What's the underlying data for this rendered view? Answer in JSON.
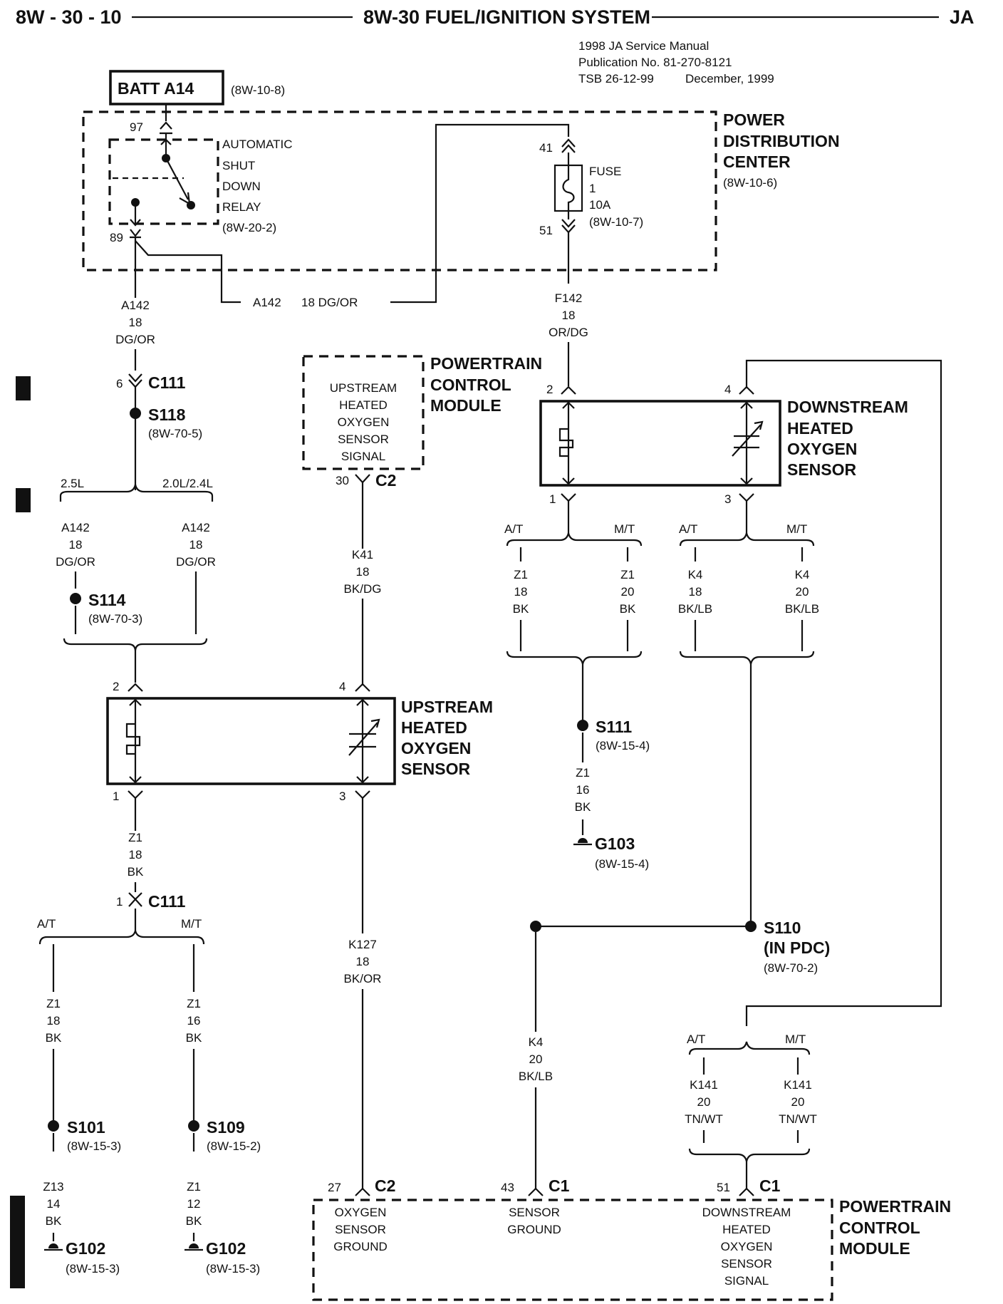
{
  "header": {
    "page_number": "8W - 30 - 10",
    "system_title": "8W-30 FUEL/IGNITION SYSTEM",
    "model_code": "JA",
    "manual_line1": "1998 JA Service Manual",
    "manual_line2": "Publication No. 81-270-8121",
    "tsb_number": "TSB 26-12-99",
    "tsb_date": "December, 1999"
  },
  "battery": {
    "label": "BATT A14",
    "ref": "(8W-10-8)"
  },
  "relay": {
    "pin_top": "97",
    "pin_bottom": "89",
    "lines": [
      "AUTOMATIC",
      "SHUT",
      "DOWN",
      "RELAY"
    ],
    "ref": "(8W-20-2)"
  },
  "pdc": {
    "lines": [
      "POWER",
      "DISTRIBUTION",
      "CENTER"
    ],
    "ref": "(8W-10-6)"
  },
  "fuse": {
    "pin_top": "41",
    "pin_bottom": "51",
    "lines": [
      "FUSE",
      "1",
      "10A"
    ],
    "ref": "(8W-10-7)"
  },
  "wires": {
    "a142_top": [
      "A142",
      "18",
      "DG/OR"
    ],
    "a142_horizontal": "A142",
    "a142_horizontal_spec": "18 DG/OR",
    "f142": [
      "F142",
      "18",
      "OR/DG"
    ],
    "a142_left": [
      "A142",
      "18",
      "DG/OR"
    ],
    "a142_right": [
      "A142",
      "18",
      "DG/OR"
    ],
    "k41": [
      "K41",
      "18",
      "BK/DG"
    ],
    "z1_ds_at": [
      "Z1",
      "18",
      "BK"
    ],
    "z1_ds_mt": [
      "Z1",
      "20",
      "BK"
    ],
    "k4_at": [
      "K4",
      "18",
      "BK/LB"
    ],
    "k4_mt": [
      "K4",
      "20",
      "BK/LB"
    ],
    "z1_s111": [
      "Z1",
      "16",
      "BK"
    ],
    "z1_us": [
      "Z1",
      "18",
      "BK"
    ],
    "k127": [
      "K127",
      "18",
      "BK/OR"
    ],
    "z1_left_at": [
      "Z1",
      "18",
      "BK"
    ],
    "z1_left_mt": [
      "Z1",
      "16",
      "BK"
    ],
    "k4_bottom": [
      "K4",
      "20",
      "BK/LB"
    ],
    "k141_at": [
      "K141",
      "20",
      "TN/WT"
    ],
    "k141_mt": [
      "K141",
      "20",
      "TN/WT"
    ],
    "z13": [
      "Z13",
      "14",
      "BK"
    ],
    "z1_12": [
      "Z1",
      "12",
      "BK"
    ]
  },
  "connectors": {
    "c111_top": {
      "pin": "6",
      "name": "C111"
    },
    "c111_bottom": {
      "pin": "1",
      "name": "C111"
    },
    "c2_top": {
      "pin": "30",
      "name": "C2"
    },
    "c2_bottom": {
      "pin": "27",
      "name": "C2"
    },
    "c1_ground": {
      "pin": "43",
      "name": "C1"
    },
    "c1_signal": {
      "pin": "51",
      "name": "C1"
    }
  },
  "splices": {
    "s118": {
      "name": "S118",
      "ref": "(8W-70-5)"
    },
    "s114": {
      "name": "S114",
      "ref": "(8W-70-3)"
    },
    "s111": {
      "name": "S111",
      "ref": "(8W-15-4)"
    },
    "s110": {
      "name": "S110",
      "sub": "(IN PDC)",
      "ref": "(8W-70-2)"
    },
    "s101": {
      "name": "S101",
      "ref": "(8W-15-3)"
    },
    "s109": {
      "name": "S109",
      "ref": "(8W-15-2)"
    }
  },
  "grounds": {
    "g103": {
      "name": "G103",
      "ref": "(8W-15-4)"
    },
    "g102_left": {
      "name": "G102",
      "ref": "(8W-15-3)"
    },
    "g102_right": {
      "name": "G102",
      "ref": "(8W-15-3)"
    }
  },
  "variants": {
    "engine_left": "2.5L",
    "engine_right": "2.0L/2.4L",
    "at": "A/T",
    "mt": "M/T"
  },
  "pcm_top": {
    "inner_lines": [
      "UPSTREAM",
      "HEATED",
      "OXYGEN",
      "SENSOR",
      "SIGNAL"
    ],
    "title_lines": [
      "POWERTRAIN",
      "CONTROL",
      "MODULE"
    ]
  },
  "downstream_sensor": {
    "pin_heater_in": "2",
    "pin_signal_in": "4",
    "pin_heater_out": "1",
    "pin_signal_out": "3",
    "title_lines": [
      "DOWNSTREAM",
      "HEATED",
      "OXYGEN",
      "SENSOR"
    ]
  },
  "upstream_sensor": {
    "pin_heater_in": "2",
    "pin_signal_in": "4",
    "pin_heater_out": "1",
    "pin_signal_out": "3",
    "title_lines": [
      "UPSTREAM",
      "HEATED",
      "OXYGEN",
      "SENSOR"
    ]
  },
  "pcm_bottom": {
    "oxygen_ground": [
      "OXYGEN",
      "SENSOR",
      "GROUND"
    ],
    "sensor_ground": [
      "SENSOR",
      "GROUND"
    ],
    "downstream_signal": [
      "DOWNSTREAM",
      "HEATED",
      "OXYGEN",
      "SENSOR",
      "SIGNAL"
    ],
    "title_lines": [
      "POWERTRAIN",
      "CONTROL",
      "MODULE"
    ]
  }
}
